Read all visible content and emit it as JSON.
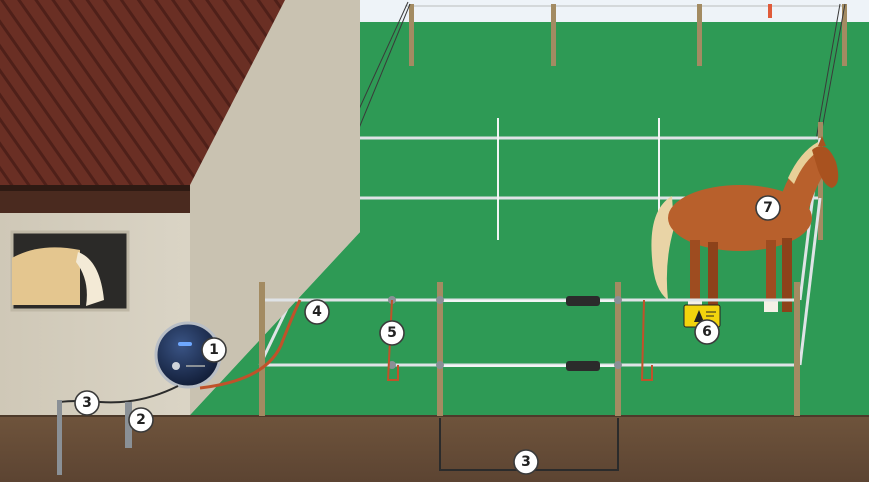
{
  "colors": {
    "sky": "#eef3f8",
    "pasture": "#2e9a55",
    "ground": "#6b513a",
    "barn_wall": "#d9d3c4",
    "roof": "#6a2f24",
    "post": "#a38b62",
    "tape": "#dfe3e6",
    "lead_out_cable": "#c0522a",
    "earth_cable": "#2b2b2b",
    "energizer": "#1e2f52",
    "horse": "#b8602c",
    "warning_sign": "#f2d40d"
  },
  "callouts": [
    {
      "id": "energizer",
      "number": "1"
    },
    {
      "id": "earth-stake",
      "number": "2"
    },
    {
      "id": "connection-cable",
      "number": "3"
    },
    {
      "id": "lead-out-cable",
      "number": "4"
    },
    {
      "id": "insulator",
      "number": "5"
    },
    {
      "id": "warning-sign",
      "number": "6"
    },
    {
      "id": "horse",
      "number": "7"
    },
    {
      "id": "gate-connection-cable",
      "number": "3"
    }
  ]
}
